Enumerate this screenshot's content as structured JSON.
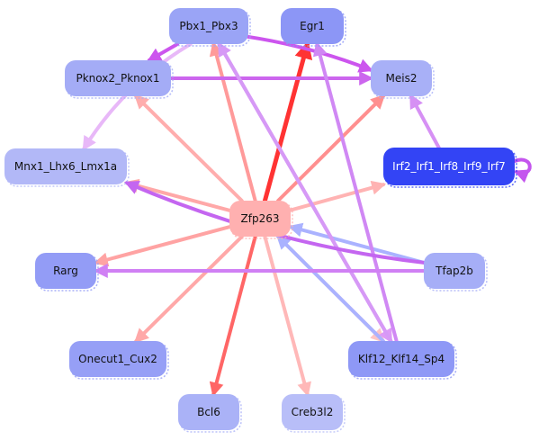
{
  "graph": {
    "type": "directed-network",
    "nodes": [
      {
        "id": "Pbx1_Pbx3",
        "label": "Pbx1_Pbx3",
        "fill": "#9aa4f6"
      },
      {
        "id": "Egr1",
        "label": "Egr1",
        "fill": "#8c96f6"
      },
      {
        "id": "Pknox2_Pknox1",
        "label": "Pknox2_Pknox1",
        "fill": "#a4acf6"
      },
      {
        "id": "Meis2",
        "label": "Meis2",
        "fill": "#a8b0f7"
      },
      {
        "id": "Mnx1_Lhx6_Lmx1a",
        "label": "Mnx1_Lhx6_Lmx1a",
        "fill": "#b2b8f7"
      },
      {
        "id": "Irf2_Irf1_Irf8_Irf9_Irf7",
        "label": "Irf2_Irf1_Irf8_Irf9_Irf7",
        "fill": "#3344f5"
      },
      {
        "id": "Zfp263",
        "label": "Zfp263",
        "fill": "#ffb0b0"
      },
      {
        "id": "Rarg",
        "label": "Rarg",
        "fill": "#939cf6"
      },
      {
        "id": "Tfap2b",
        "label": "Tfap2b",
        "fill": "#a6aef7"
      },
      {
        "id": "Onecut1_Cux2",
        "label": "Onecut1_Cux2",
        "fill": "#969ff6"
      },
      {
        "id": "Klf12_Klf14_Sp4",
        "label": "Klf12_Klf14_Sp4",
        "fill": "#8e98f6"
      },
      {
        "id": "Bcl6",
        "label": "Bcl6",
        "fill": "#aab2f7"
      },
      {
        "id": "Creb3l2",
        "label": "Creb3l2",
        "fill": "#b8beF8"
      }
    ],
    "edges": [
      {
        "from": "Zfp263",
        "to": "Egr1",
        "color": "#ff3333"
      },
      {
        "from": "Zfp263",
        "to": "Bcl6",
        "color": "#ff6666"
      },
      {
        "from": "Zfp263",
        "to": "Pbx1_Pbx3",
        "color": "#ff9a9a"
      },
      {
        "from": "Zfp263",
        "to": "Pknox2_Pknox1",
        "color": "#ffadad"
      },
      {
        "from": "Zfp263",
        "to": "Meis2",
        "color": "#ff8f8f"
      },
      {
        "from": "Zfp263",
        "to": "Mnx1_Lhx6_Lmx1a",
        "color": "#ffa8a8"
      },
      {
        "from": "Zfp263",
        "to": "Irf2_Irf1_Irf8_Irf9_Irf7",
        "color": "#ffb3b3"
      },
      {
        "from": "Zfp263",
        "to": "Rarg",
        "color": "#ffa3a3"
      },
      {
        "from": "Zfp263",
        "to": "Onecut1_Cux2",
        "color": "#ffa8a8"
      },
      {
        "from": "Zfp263",
        "to": "Creb3l2",
        "color": "#ffb8b8"
      },
      {
        "from": "Zfp263",
        "to": "Klf12_Klf14_Sp4",
        "color": "#ffc4c4"
      },
      {
        "from": "Klf12_Klf14_Sp4",
        "to": "Zfp263",
        "color": "#aab2ff"
      },
      {
        "from": "Tfap2b",
        "to": "Zfp263",
        "color": "#aab2ff"
      },
      {
        "from": "Pbx1_Pbx3",
        "to": "Meis2",
        "color": "#cc55ee"
      },
      {
        "from": "Pbx1_Pbx3",
        "to": "Pknox2_Pknox1",
        "color": "#cc55ee"
      },
      {
        "from": "Pknox2_Pknox1",
        "to": "Meis2",
        "color": "#cc66ee"
      },
      {
        "from": "Pbx1_Pbx3",
        "to": "Mnx1_Lhx6_Lmx1a",
        "color": "#e8b8f8"
      },
      {
        "from": "Pbx1_Pbx3",
        "to": "Klf12_Klf14_Sp4",
        "color": "#dd99f6"
      },
      {
        "from": "Klf12_Klf14_Sp4",
        "to": "Pbx1_Pbx3",
        "color": "#d699f6"
      },
      {
        "from": "Klf12_Klf14_Sp4",
        "to": "Egr1",
        "color": "#d088f4"
      },
      {
        "from": "Irf2_Irf1_Irf8_Irf9_Irf7",
        "to": "Meis2",
        "color": "#d690f4"
      },
      {
        "from": "Irf2_Irf1_Irf8_Irf9_Irf7",
        "to": "Irf2_Irf1_Irf8_Irf9_Irf7",
        "color": "#c455ee"
      },
      {
        "from": "Tfap2b",
        "to": "Mnx1_Lhx6_Lmx1a",
        "color": "#c466f0"
      },
      {
        "from": "Tfap2b",
        "to": "Rarg",
        "color": "#d080f4"
      }
    ]
  }
}
